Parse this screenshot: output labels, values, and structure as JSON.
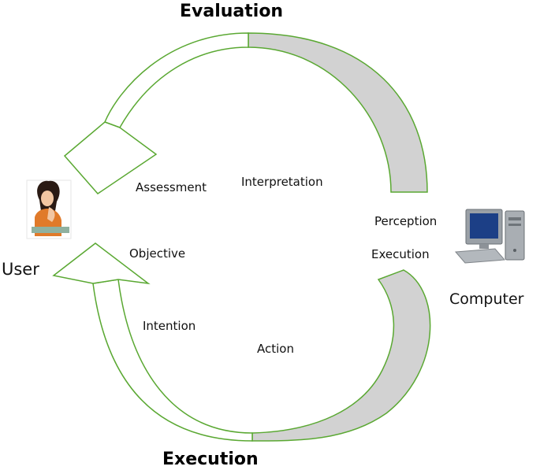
{
  "diagram": {
    "titles": {
      "top": "Evaluation",
      "bottom": "Execution"
    },
    "actors": {
      "user": "User",
      "computer": "Computer"
    },
    "stages": {
      "assessment": "Assessment",
      "interpretation": "Interpretation",
      "perception": "Perception",
      "execution": "Execution",
      "objective": "Objective",
      "intention": "Intention",
      "action": "Action"
    },
    "colors": {
      "arrow_stroke": "#5aa832",
      "arrow_fill": "#d2d2d2",
      "screen": "#1c3f86",
      "user_shirt": "#e07a2a"
    }
  }
}
